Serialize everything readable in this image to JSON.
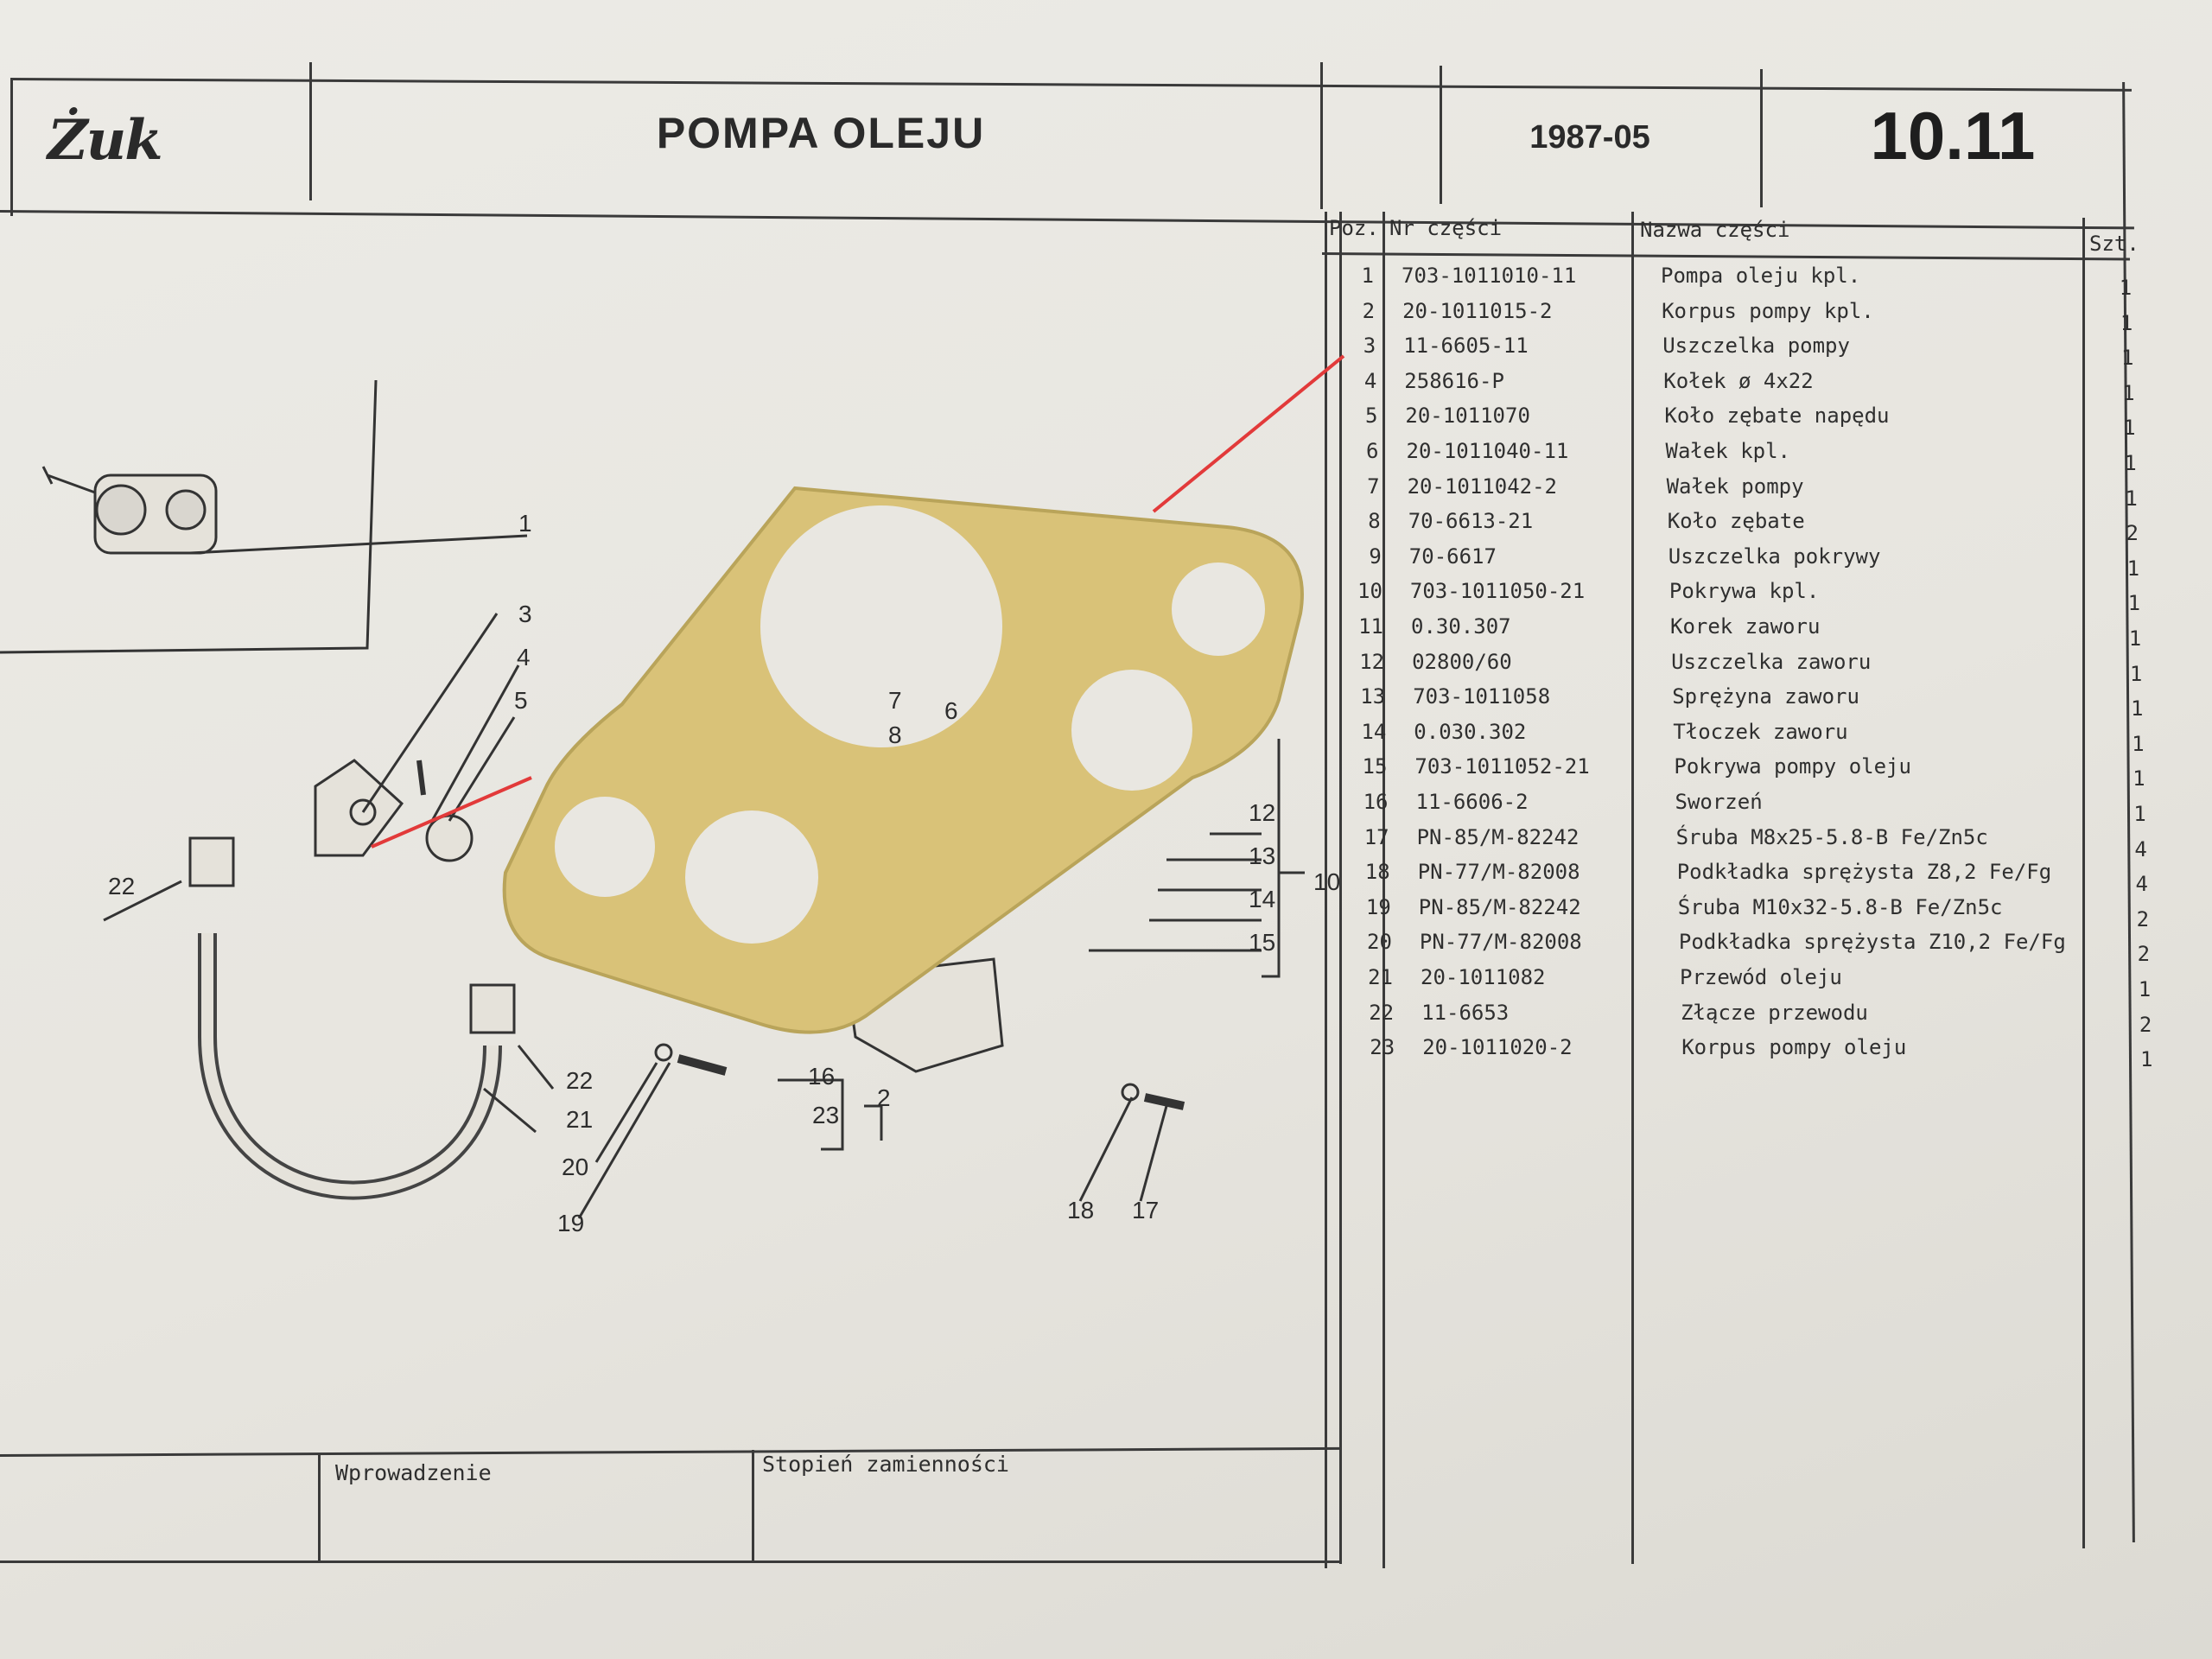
{
  "header": {
    "logo": "Żuk",
    "title": "POMPA OLEJU",
    "date": "1987-05",
    "page_number": "10.11"
  },
  "table": {
    "columns": [
      "Poz.",
      "Nr części",
      "Nazwa części",
      "Szt."
    ],
    "rows": [
      [
        "1",
        "703-1011010-11",
        "Pompa oleju kpl.",
        "1"
      ],
      [
        "2",
        "20-1011015-2",
        "Korpus pompy kpl.",
        "1"
      ],
      [
        "3",
        "11-6605-11",
        "Uszczelka pompy",
        "1"
      ],
      [
        "4",
        "258616-P",
        "Kołek ø 4x22",
        "1"
      ],
      [
        "5",
        "20-1011070",
        "Koło zębate napędu",
        "1"
      ],
      [
        "6",
        "20-1011040-11",
        "Wałek kpl.",
        "1"
      ],
      [
        "7",
        "20-1011042-2",
        "Wałek pompy",
        "1"
      ],
      [
        "8",
        "70-6613-21",
        "Koło zębate",
        "2"
      ],
      [
        "9",
        "70-6617",
        "Uszczelka pokrywy",
        "1"
      ],
      [
        "10",
        "703-1011050-21",
        "Pokrywa kpl.",
        "1"
      ],
      [
        "11",
        "0.30.307",
        "Korek zaworu",
        "1"
      ],
      [
        "12",
        "02800/60",
        "Uszczelka zaworu",
        "1"
      ],
      [
        "13",
        "703-1011058",
        "Sprężyna zaworu",
        "1"
      ],
      [
        "14",
        "0.030.302",
        "Tłoczek zaworu",
        "1"
      ],
      [
        "15",
        "703-1011052-21",
        "Pokrywa pompy oleju",
        "1"
      ],
      [
        "16",
        "11-6606-2",
        "Sworzeń",
        "1"
      ],
      [
        "17",
        "PN-85/M-82242",
        "Śruba M8x25-5.8-B Fe/Zn5c",
        "4"
      ],
      [
        "18",
        "PN-77/M-82008",
        "Podkładka sprężysta Z8,2 Fe/Fg",
        "4"
      ],
      [
        "19",
        "PN-85/M-82242",
        "Śruba M10x32-5.8-B Fe/Zn5c",
        "2"
      ],
      [
        "20",
        "PN-77/M-82008",
        "Podkładka sprężysta Z10,2 Fe/Fg",
        "2"
      ],
      [
        "21",
        "20-1011082",
        "Przewód oleju",
        "1"
      ],
      [
        "22",
        "11-6653",
        "Złącze przewodu",
        "2"
      ],
      [
        "23",
        "20-1011020-2",
        "Korpus pompy oleju",
        "1"
      ]
    ]
  },
  "footer": {
    "introduction_label": "Wprowadzenie",
    "interchangeability_label": "Stopień zamienności"
  },
  "diagram": {
    "callouts": [
      "1",
      "3",
      "4",
      "5",
      "22",
      "7",
      "6",
      "8",
      "12",
      "13",
      "14",
      "10",
      "15",
      "16",
      "2",
      "23",
      "22",
      "21",
      "20",
      "19",
      "18",
      "17"
    ]
  },
  "colors": {
    "paper": "#e9e7e1",
    "ink": "#2e2e2e",
    "gasket": "#d9c278",
    "annotation_red": "#e23a3a"
  }
}
